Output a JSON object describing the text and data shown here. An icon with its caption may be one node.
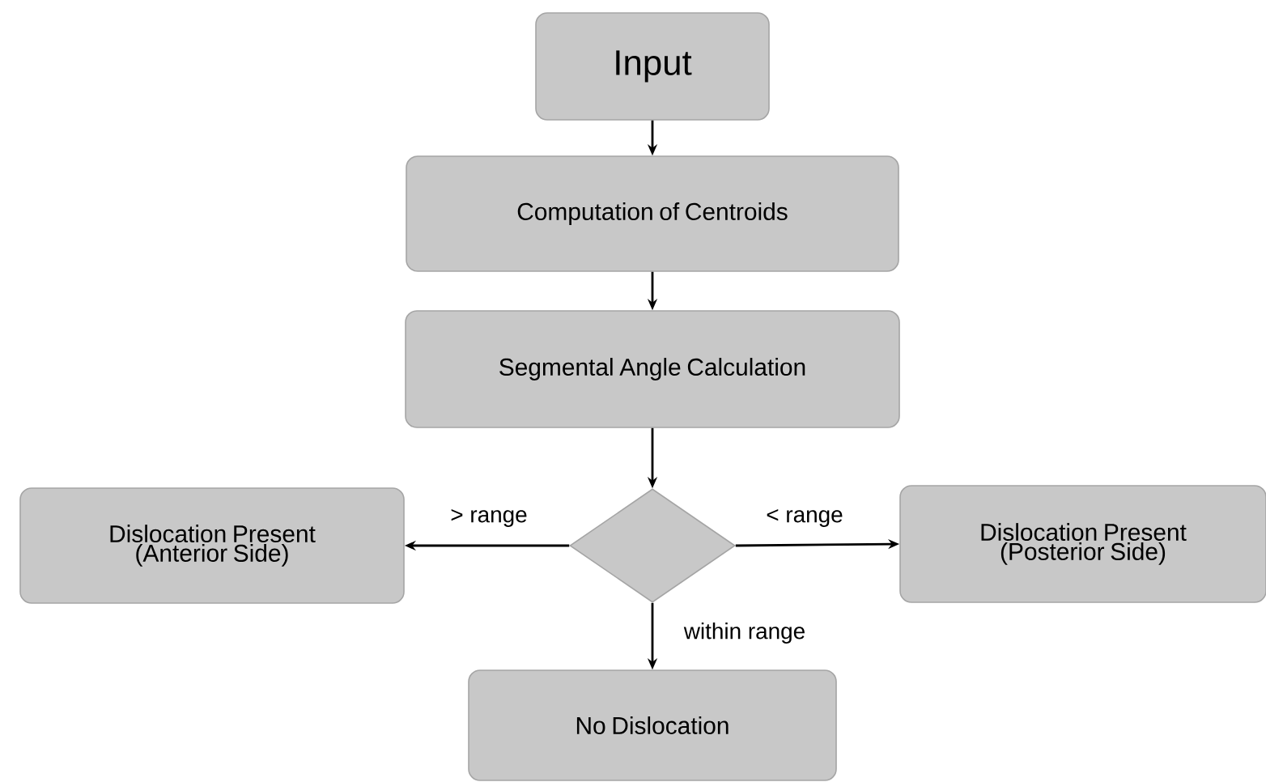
{
  "diagram": {
    "nodes": [
      {
        "text": [
          "Input"
        ]
      },
      {
        "text": [
          "Computation of Centroids"
        ]
      },
      {
        "text": [
          "Segmental Angle Calculation"
        ]
      },
      {
        "text": [],
        "shape": "diamond"
      },
      {
        "text": [
          "Dislocation Present (Anterior Side)"
        ]
      },
      {
        "text": [
          "Dislocation Present (Posterior Side)"
        ]
      },
      {
        "text": [
          "No Dislocation"
        ]
      }
    ],
    "edges": [
      {
        "from": 0,
        "to": 1,
        "arrow": "to"
      },
      {
        "from": 1,
        "to": 2,
        "arrow": "to"
      },
      {
        "from": 2,
        "to": 3,
        "arrow": "to"
      },
      {
        "from": 3,
        "to": 4,
        "arrow": "to",
        "label": "> range"
      },
      {
        "from": 3,
        "to": 5,
        "arrow": "to",
        "label": "< range"
      },
      {
        "from": 3,
        "to": 6,
        "arrow": "to",
        "label": "within range"
      }
    ]
  }
}
